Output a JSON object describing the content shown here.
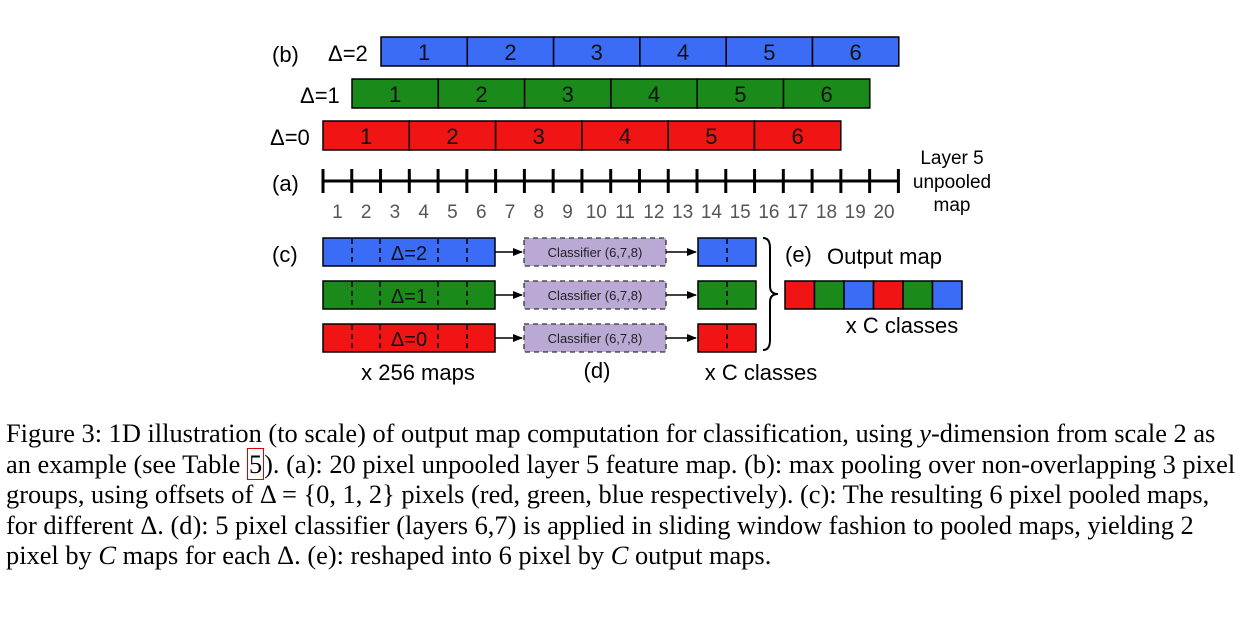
{
  "rows": [
    {
      "label": "Δ=2",
      "color": "#3b6cf6",
      "cells": [
        "1",
        "2",
        "3",
        "4",
        "5",
        "6"
      ]
    },
    {
      "label": "Δ=1",
      "color": "#1a8a1a",
      "cells": [
        "1",
        "2",
        "3",
        "4",
        "5",
        "6"
      ]
    },
    {
      "label": "Δ=0",
      "color": "#f01414",
      "cells": [
        "1",
        "2",
        "3",
        "4",
        "5",
        "6"
      ]
    }
  ],
  "labels": {
    "b": "(b)",
    "a": "(a)",
    "c": "(c)",
    "d": "(d)",
    "e": "(e)",
    "output_map": "Output map",
    "maps_256": "x 256 maps",
    "c_classes_bottom": "x C classes",
    "c_classes_right": "x C classes",
    "layer5_line1": "Layer 5",
    "layer5_line2": "unpooled",
    "layer5_line3": "map"
  },
  "ruler_ticks": [
    "1",
    "2",
    "3",
    "4",
    "5",
    "6",
    "7",
    "8",
    "9",
    "10",
    "11",
    "12",
    "13",
    "14",
    "15",
    "16",
    "17",
    "18",
    "19",
    "20"
  ],
  "pooled": [
    {
      "label": "Δ=2",
      "color": "#3b6cf6",
      "classifier": "Classifier (6,7,8)"
    },
    {
      "label": "Δ=1",
      "color": "#1a8a1a",
      "classifier": "Classifier (6,7,8)"
    },
    {
      "label": "Δ=0",
      "color": "#f01414",
      "classifier": "Classifier (6,7,8)"
    }
  ],
  "classifier_color": "#b9a9d4",
  "output_map_colors": [
    "#f01414",
    "#1a8a1a",
    "#3b6cf6",
    "#f01414",
    "#1a8a1a",
    "#3b6cf6"
  ],
  "caption": {
    "p1": "Figure 3: 1D illustration (to scale) of output map computation for classification, using ",
    "y_var": "y",
    "p2": "-dimension from scale 2 as an example (see Table ",
    "table_ref": "5",
    "p3": "). (a): 20 pixel unpooled layer 5 feature map. (b): max pooling over non-overlapping 3 pixel groups, using offsets of Δ = {0, 1, 2} pixels (red, green, blue respectively). (c): The resulting 6 pixel pooled maps, for different Δ. (d): 5 pixel classifier (layers 6,7) is applied in sliding window fashion to pooled maps, yielding 2 pixel by ",
    "c_var1": "C",
    "p4": " maps for each Δ. (e): reshaped into 6 pixel by ",
    "c_var2": "C",
    "p5": " output maps."
  }
}
